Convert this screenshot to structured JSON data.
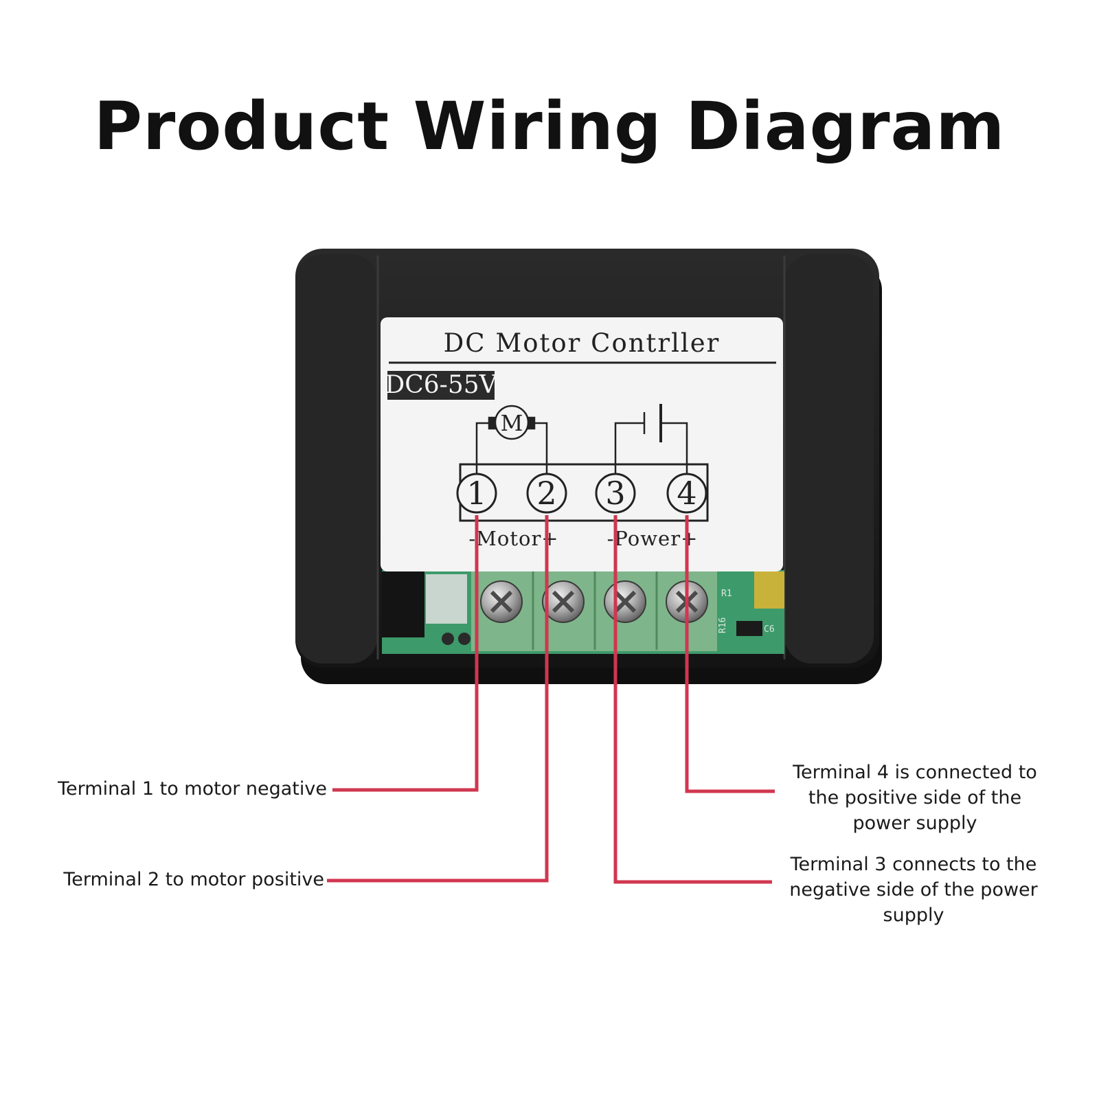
{
  "title": "Product Wiring Diagram",
  "label": {
    "heading": "DC Motor Contrller",
    "voltage": "DC6-55V",
    "motor_symbol": "M",
    "terminal_numbers": [
      "1",
      "2",
      "3",
      "4"
    ],
    "motor_group": "-Motor+",
    "power_group": "-Power+",
    "pcb_marks": [
      "R1",
      "R16",
      "C6"
    ]
  },
  "callouts": {
    "terminal_1": "Terminal 1 to motor negative",
    "terminal_2": "Terminal 2 to motor positive",
    "terminal_4": "Terminal 4 is connected to the positive side of the power supply",
    "terminal_3": "Terminal 3 connects to the negative side of the power supply"
  },
  "colors": {
    "wire": "#d1364f",
    "housing": "#1c1c1c",
    "terminal_block": "#7fb58a",
    "pcb": "#3d9a6a",
    "label_bg": "#f4f4f4"
  }
}
